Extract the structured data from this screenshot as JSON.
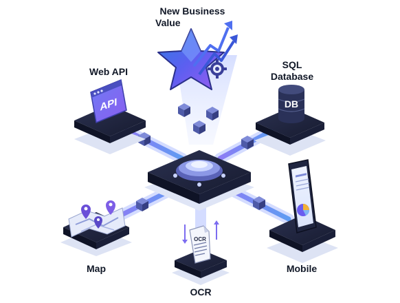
{
  "labels": {
    "value_line1": "New Business",
    "value_line2": "Value",
    "web_api": "Web API",
    "sql_line1": "SQL",
    "sql_line2": "Database",
    "map": "Map",
    "ocr": "OCR",
    "mobile": "Mobile"
  },
  "icon_text": {
    "api": "API",
    "db": "DB",
    "ocr_doc": "OCR"
  },
  "colors": {
    "platform": "#1f2540",
    "platform_edge": "#0f1326",
    "flow": "#7c6cf0",
    "flow_glow": "#b9c4ff",
    "accent": "#6a5cf0",
    "star": "#5a67e8"
  }
}
